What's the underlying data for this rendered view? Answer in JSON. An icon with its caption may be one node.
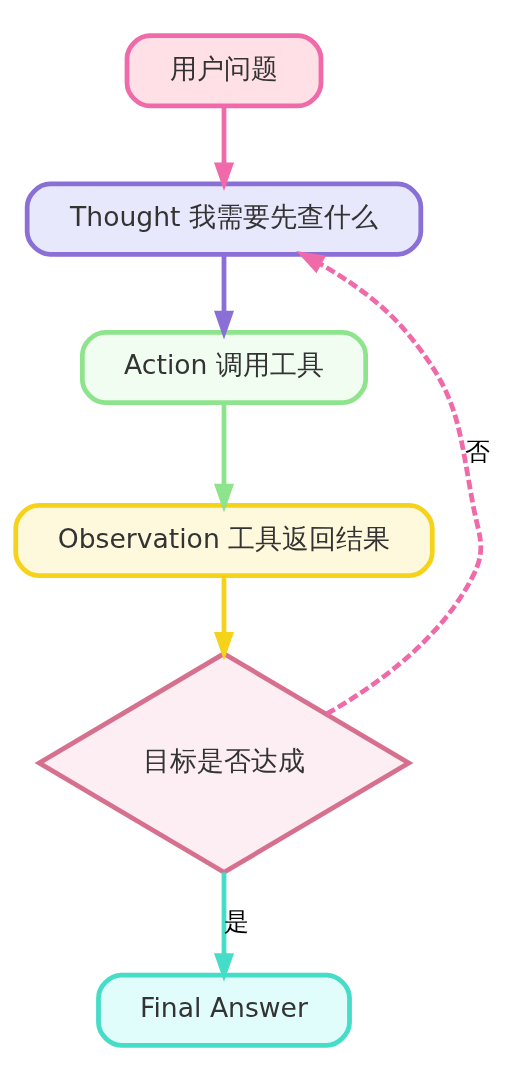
{
  "diagram": {
    "nodes": [
      {
        "text": [
          "用户问题"
        ]
      },
      {
        "text": [
          "Thought 我需要先查什么"
        ]
      },
      {
        "text": [
          "Action 调用工具"
        ]
      },
      {
        "text": [
          "Observation 工具返回结果"
        ]
      },
      {
        "text": [
          "目标是否达成"
        ]
      },
      {
        "text": [
          "Final Answer"
        ]
      }
    ],
    "edges": [
      {
        "from": 0,
        "to": 1,
        "arrow": "to",
        "color": "#f06aaa"
      },
      {
        "from": 1,
        "to": 2,
        "arrow": "to",
        "color": "#8a6fd6"
      },
      {
        "from": 2,
        "to": 3,
        "arrow": "to",
        "color": "#8ee48c"
      },
      {
        "from": 3,
        "to": 4,
        "arrow": "to",
        "color": "#f5d31a"
      },
      {
        "from": 4,
        "to": 1,
        "arrow": "to",
        "label": "否",
        "style": "dashed",
        "color": "#f06aaa"
      },
      {
        "from": 4,
        "to": 5,
        "arrow": "to",
        "label": "是",
        "color": "#45dcc8"
      }
    ]
  }
}
